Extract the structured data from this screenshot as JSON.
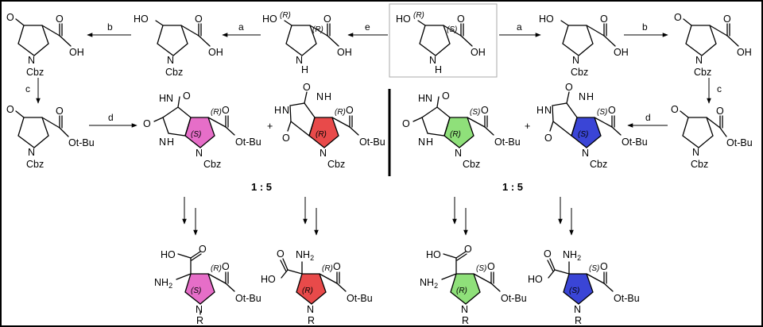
{
  "reagents": {
    "a": "a",
    "b": "b",
    "c": "c",
    "d": "d",
    "e": "e"
  },
  "groups": {
    "cbz": "Cbz",
    "otbu": "Ot-Bu",
    "oh": "OH",
    "ho": "HO",
    "nh": "N",
    "nh_h": "H",
    "nh2": "NH",
    "r": "R",
    "o": "O"
  },
  "stereo": {
    "r": "(R)",
    "s": "(S)"
  },
  "ratios": {
    "left": "1 : 5",
    "right": "1 : 5"
  },
  "plus": "+",
  "colors": {
    "magenta": "#e66ec8",
    "red": "#e84a4a",
    "green": "#8fe07a",
    "blue": "#3a45d6",
    "frame": "#aaaaaa"
  }
}
